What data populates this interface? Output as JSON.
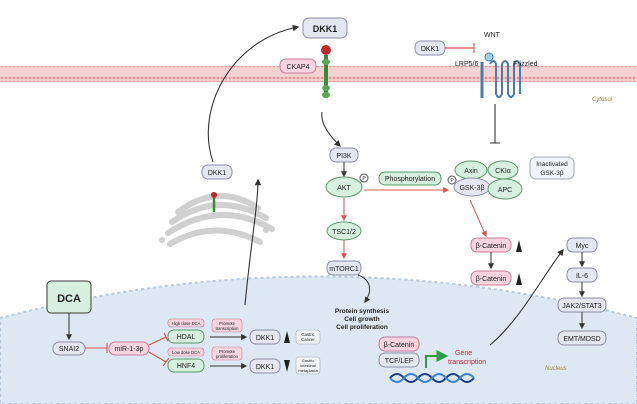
{
  "labels": {
    "dkk1_top": "DKK1",
    "ckap4": "CKAP4",
    "dkk1_inhibitor": "DKK1",
    "lrp56": "LRP5/6",
    "wnt": "WNT",
    "frizzled": "Frizzled",
    "cytosol": "Cytosol",
    "dkk1_golgi": "DKK1",
    "pi3k": "PI3K",
    "akt": "AKT",
    "p1": "P",
    "p2": "P",
    "phosphorylation": "Phosphorylation",
    "axin": "Axin",
    "cki": "CKIα",
    "gsk3b": "GSK-3β",
    "apc": "APC",
    "inactivated_line1": "Inactivated",
    "inactivated_line2": "GSK-3β",
    "tsc12": "TSC1/2",
    "mtorc1": "mTORC1",
    "bcat1": "β-Catenin",
    "bcat2": "β-Catenin",
    "protein_synthesis": "Protein synthesis",
    "cell_growth": "Cell growth",
    "cell_proliferation": "Cell proliferation",
    "myc": "Myc",
    "il6": "IL-6",
    "jak2stat3": "JAK2/STAT3",
    "emt": "EMT/MDSD",
    "dca": "DCA",
    "snai2": "SNAI2",
    "mir": "miR-1-3p",
    "hdal": "HDAL",
    "hnf4": "HNF4",
    "high_dose_dca": "High dose DCA",
    "low_dose_dca": "Low dose DCA",
    "promote_transcription_1": "Promote",
    "promote_transcription_2": "transcription",
    "promote_proliferation_1": "Promote",
    "promote_proliferation_2": "proliferation",
    "dkk1_n1": "DKK1",
    "dkk1_n2": "DKK1",
    "gastric_cancer_1": "Gastric",
    "gastric_cancer_2": "Cancer",
    "gastric_im_1": "Gastric",
    "gastric_im_2": "intestinal",
    "gastric_im_3": "metaplasia",
    "bcat_nuc": "β-Catenin",
    "tcflef": "TCF/LEF",
    "gene_transcription_1": "Gene",
    "gene_transcription_2": "transcription",
    "nucleus": "Nucleus"
  },
  "colors": {
    "membrane": "#f2b8b8",
    "nucleus_fill": "#dde8f4",
    "pink_box": "#f8d4e0",
    "green_box": "#d7efdf",
    "gray_box": "#e4e6f0",
    "inhibit": "#d9534f",
    "arrow": "#333333"
  }
}
